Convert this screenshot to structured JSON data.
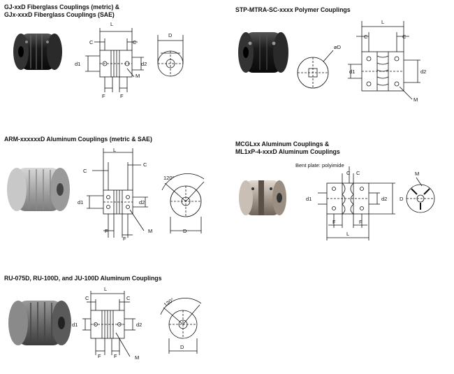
{
  "sections": [
    {
      "id": "gj",
      "title_lines": [
        "GJ-xxD Fiberglass Couplings (metric) &",
        "GJx-xxxD Fiberglass Couplings (SAE)"
      ],
      "labels": {
        "L": "L",
        "C": "C",
        "D": "D",
        "d1": "d1",
        "d2": "d2",
        "M": "M",
        "F": "F"
      }
    },
    {
      "id": "stp",
      "title_lines": [
        "STP-MTRA-SC-xxxx Polymer Couplings"
      ],
      "labels": {
        "L": "L",
        "C": "C",
        "D": "øD",
        "d1": "d1",
        "d2": "d2",
        "M": "M"
      }
    },
    {
      "id": "arm",
      "title_lines": [
        "ARM-xxxxxxD Aluminum Couplings (metric & SAE)"
      ],
      "labels": {
        "L": "L",
        "C": "C",
        "D": "D",
        "d1": "d1",
        "d2": "d2",
        "M": "M",
        "F": "F",
        "angle": "120°"
      }
    },
    {
      "id": "mcgl",
      "title_lines": [
        "MCGLxx Aluminum Couplings &",
        "ML1xP-4-xxxD Aluminum Couplings"
      ],
      "annotation": "Bent plate: polyimide",
      "labels": {
        "L": "L",
        "C": "C",
        "D": "D",
        "d1": "d1",
        "d2": "d2",
        "M": "M",
        "F": "F"
      }
    },
    {
      "id": "ru",
      "title_lines": [
        "RU-075D, RU-100D, and JU-100D Aluminum Couplings"
      ],
      "labels": {
        "L": "L",
        "C": "C",
        "D": "D",
        "d1": "d1",
        "d2": "d2",
        "M": "M",
        "F": "F",
        "angle": "120°"
      }
    }
  ]
}
